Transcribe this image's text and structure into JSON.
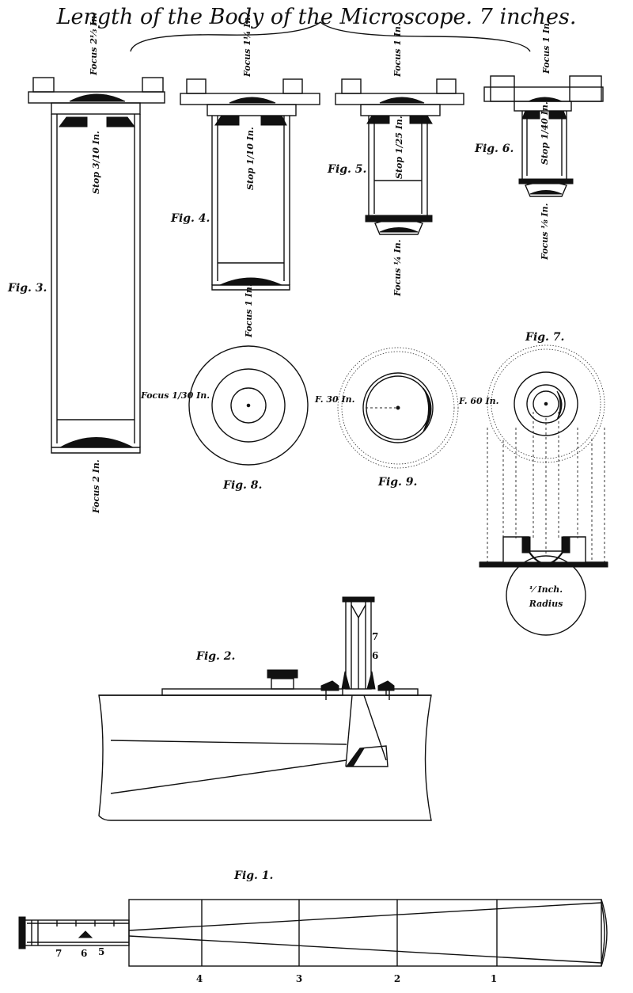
{
  "title": "Length of the Body of the Microscope. 7 inches.",
  "fig1": {
    "label": "Fig. 1.",
    "scale_numbers": [
      "4",
      "3",
      "2",
      "1"
    ],
    "drawtube_numbers": [
      "7",
      "6",
      "5"
    ]
  },
  "fig2": {
    "label": "Fig. 2.",
    "tube_numbers": [
      "7",
      "6"
    ]
  },
  "fig3": {
    "label": "Fig. 3.",
    "focus_top": "Focus 2⅓ In.",
    "stop": "Stop 3/10 In.",
    "focus_bottom": "Focus 2 In."
  },
  "fig4": {
    "label": "Fig. 4.",
    "focus_top": "Focus 1¼ In.",
    "stop": "Stop 1/10 In.",
    "focus_bottom": "Focus 1 In."
  },
  "fig5": {
    "label": "Fig. 5.",
    "focus_top": "Focus 1 In.",
    "stop": "Stop 1/25 In.",
    "focus_bottom": "Focus ¼ In."
  },
  "fig6": {
    "label": "Fig. 6.",
    "focus_top": "Focus 1 In.",
    "stop": "Stop 1/40 In.",
    "focus_bottom": "Focus ⅛ In."
  },
  "fig7": {
    "label": "Fig. 7.",
    "focus": "F. 60 In.",
    "inset_line1": "⅟ Inch.",
    "inset_line2": "Radius"
  },
  "fig8": {
    "label": "Fig. 8.",
    "focus": "Focus 1/30 In."
  },
  "fig9": {
    "label": "Fig. 9.",
    "focus": "F. 30 In."
  }
}
